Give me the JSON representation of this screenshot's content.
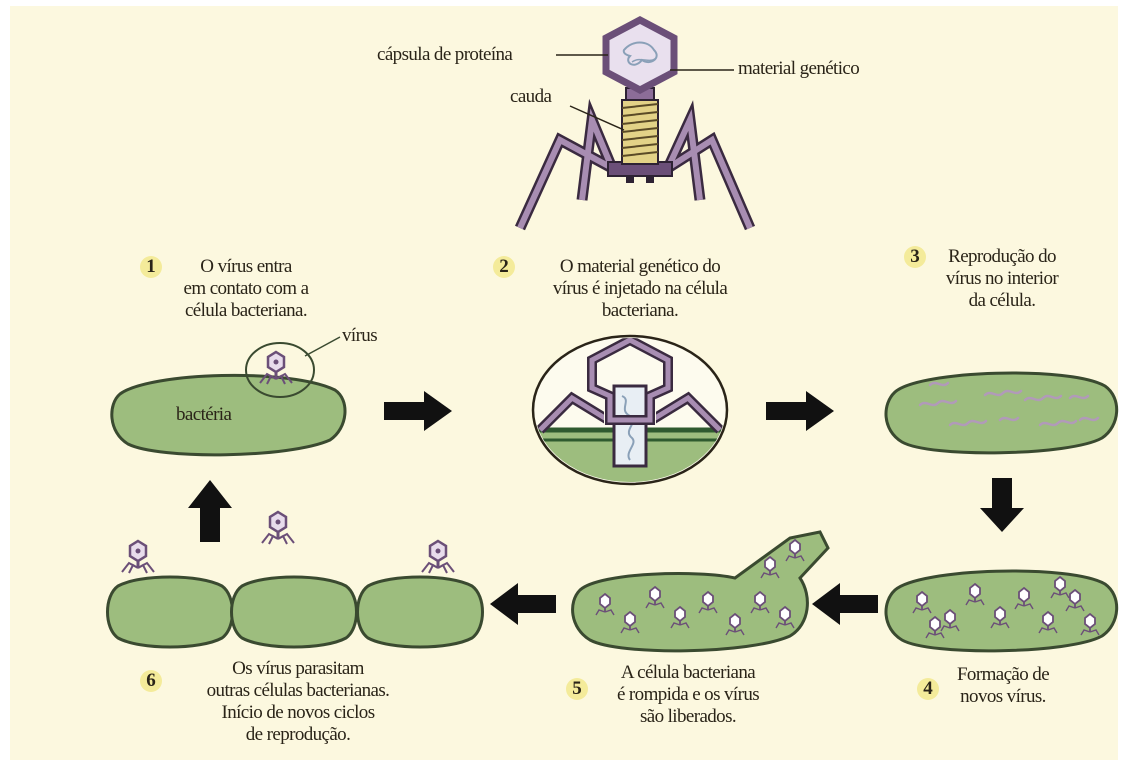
{
  "labels": {
    "capsule": "cápsula de proteína",
    "genetic": "material genético",
    "tail": "cauda",
    "virus": "vírus",
    "bacteria": "bactéria"
  },
  "steps": [
    {
      "number": "1",
      "lines": [
        "O vírus entra",
        "em contato com a",
        "célula bacteriana."
      ]
    },
    {
      "number": "2",
      "lines": [
        "O material genético do",
        "vírus é injetado na célula",
        "bacteriana."
      ]
    },
    {
      "number": "3",
      "lines": [
        "Reprodução do",
        "vírus no interior",
        "da célula."
      ]
    },
    {
      "number": "4",
      "lines": [
        "Formação de",
        "novos vírus."
      ]
    },
    {
      "number": "5",
      "lines": [
        "A célula bacteriana",
        "é rompida e os vírus",
        "são liberados."
      ]
    },
    {
      "number": "6",
      "lines": [
        "Os vírus parasitam",
        "outras células bacterianas.",
        "Início de novos ciclos",
        "de reprodução."
      ]
    }
  ],
  "colors": {
    "background": "#fcf8df",
    "cell_fill": "#9dbd7e",
    "cell_outline": "#3a4a30",
    "virus_outline": "#6b4f78",
    "virus_fill": "#e6dbe8",
    "tail": "#e0cf7e",
    "arrow": "#111111",
    "number_badge": "#f4eb9a"
  }
}
